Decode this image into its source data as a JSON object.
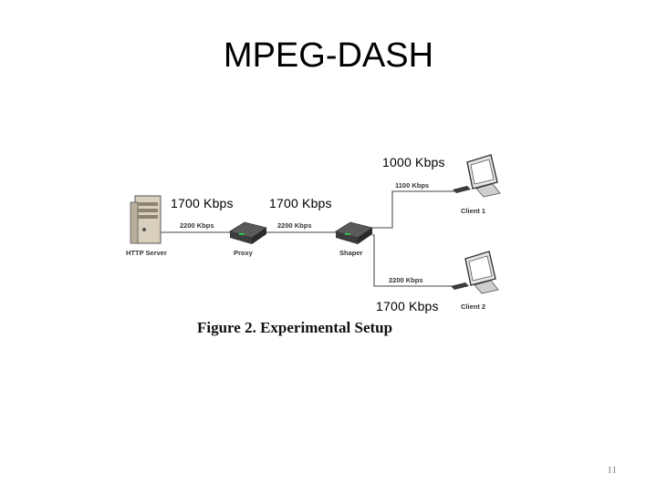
{
  "slide": {
    "title": "MPEG-DASH",
    "page_number": "11"
  },
  "figure": {
    "caption": "Figure 2. Experimental Setup",
    "nodes": {
      "server": "HTTP Server",
      "proxy": "Proxy",
      "shaper": "Shaper",
      "client1": "Client 1",
      "client2": "Client 2"
    },
    "links": {
      "server_proxy": "2200 Kbps",
      "proxy_shaper": "2200 Kbps",
      "shaper_client1": "1100 Kbps",
      "shaper_client2": "2200 Kbps"
    }
  },
  "annotations": {
    "client1_rate": "1000 Kbps",
    "server_rate": "1700 Kbps",
    "proxy_rate": "1700 Kbps",
    "client2_rate": "1700 Kbps"
  }
}
